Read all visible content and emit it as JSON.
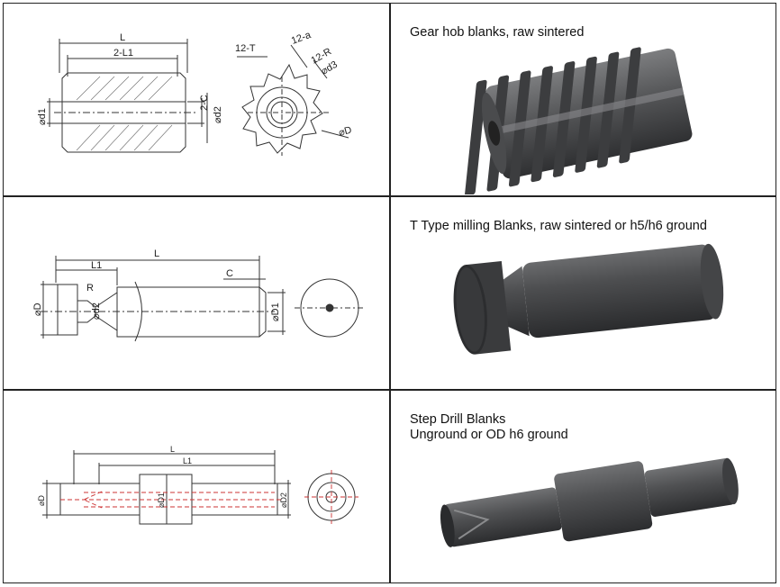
{
  "rows": [
    {
      "caption": "Gear hob blanks, raw sintered",
      "drawing_labels": {
        "L": "L",
        "L1": "2-L1",
        "T": "12-T",
        "a": "12-a",
        "R": "12-R",
        "d3": "⌀d3",
        "d1": "⌀d1",
        "C": "2-C",
        "d2": "⌀d2",
        "D": "⌀D"
      }
    },
    {
      "caption": "T Type milling Blanks, raw sintered or h5/h6 ground",
      "drawing_labels": {
        "L": "L",
        "L1": "L1",
        "C": "C",
        "R": "R",
        "D": "⌀D",
        "d2": "⌀d2",
        "D1": "⌀D1"
      }
    },
    {
      "caption_line1": "Step Drill Blanks",
      "caption_line2": "Unground or OD h6 ground",
      "drawing_labels": {
        "L": "L",
        "L1": "L1",
        "D": "⌀D",
        "D1": "⌀D1",
        "D2": "⌀D2"
      }
    }
  ]
}
